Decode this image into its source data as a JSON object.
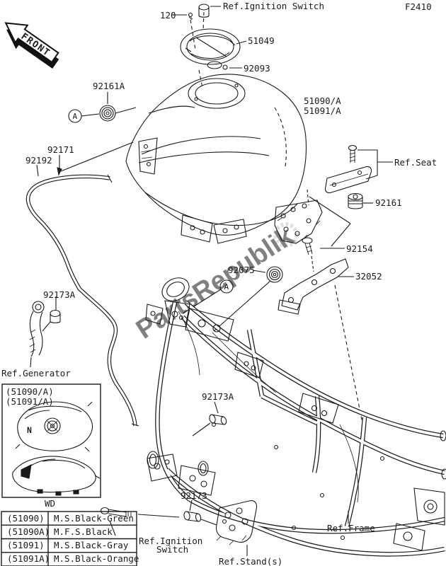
{
  "page": {
    "fiche_code": "F2410"
  },
  "watermark": {
    "text": "PartsRepublik",
    "color": "#c8c8c8"
  },
  "front_marker": {
    "label": "FRONT"
  },
  "callouts": {
    "c120": "120",
    "ref_ignition_switch_top": "Ref.Ignition Switch",
    "c51049": "51049",
    "c92093": "92093",
    "c92161a": "92161A",
    "circle_a": "A",
    "tank_codes": {
      "line1": "51090/A",
      "line2": "51091/A"
    },
    "c92171": "92171",
    "c92192": "92192",
    "ref_seat": "Ref.Seat",
    "c92161": "92161",
    "c92154": "92154",
    "c32052": "32052",
    "c92075": "92075",
    "c92173a_left": "92173A",
    "c92173a_mid": "92173A",
    "ref_generator": "Ref.Generator",
    "c92173": "92173",
    "ref_ignition_switch_bottom": {
      "line1": "Ref.Ignition",
      "line2": "Switch"
    },
    "ref_stand": "Ref.Stand(s)",
    "ref_frame": "Ref.Frame"
  },
  "inset": {
    "code_line1": "(51090/A)",
    "code_line2": "(51091/A)",
    "logo": "N",
    "wd": "WD"
  },
  "color_table": {
    "rows": [
      {
        "code": "(51090)",
        "color": "M.S.Black-Green"
      },
      {
        "code": "(51090A)",
        "color": "M.F.S.Black"
      },
      {
        "code": "(51091)",
        "color": "M.S.Black-Gray"
      },
      {
        "code": "(51091A)",
        "color": "M.S.Black-Orange"
      }
    ]
  }
}
